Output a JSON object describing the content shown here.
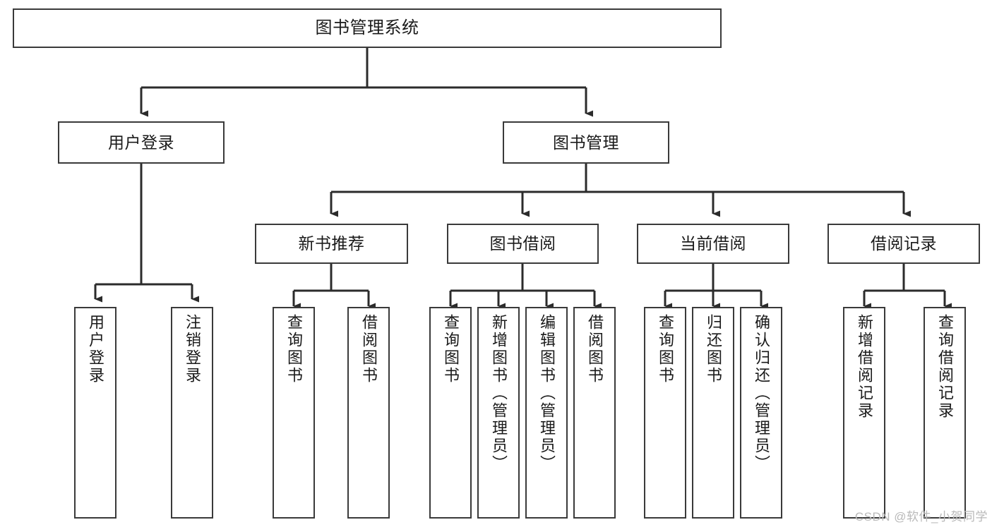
{
  "diagram": {
    "type": "tree",
    "title": "图书管理系统",
    "orientation": "top-down",
    "colors": {
      "box_border": "#3a3a3a",
      "box_fill": "#ffffff",
      "connector": "#2b2b2b",
      "text": "#1a1a1a",
      "watermark": "#b9b9b9",
      "background": "#ffffff"
    }
  },
  "watermark": {
    "text": "CSDN @软件_小贺同学"
  },
  "nodes": {
    "root": {
      "label": "图书管理系统"
    },
    "level2": [
      {
        "id": "user-login",
        "label": "用户登录"
      },
      {
        "id": "book-management",
        "label": "图书管理"
      }
    ],
    "level3": [
      {
        "id": "new-book-recommend",
        "label": "新书推荐"
      },
      {
        "id": "book-borrow",
        "label": "图书借阅"
      },
      {
        "id": "current-borrow",
        "label": "当前借阅"
      },
      {
        "id": "borrow-record",
        "label": "借阅记录"
      }
    ],
    "leaves": {
      "user-login": [
        {
          "id": "leaf-user-login",
          "label": "用户登录"
        },
        {
          "id": "leaf-logout",
          "label": "注销登录"
        }
      ],
      "new-book-recommend": [
        {
          "id": "leaf-query-book-1",
          "label": "查询图书"
        },
        {
          "id": "leaf-borrow-book-1",
          "label": "借阅图书"
        }
      ],
      "book-borrow": [
        {
          "id": "leaf-query-book-2",
          "label": "查询图书"
        },
        {
          "id": "leaf-add-book",
          "label": "新增图书（管理员）"
        },
        {
          "id": "leaf-edit-book",
          "label": "编辑图书（管理员）"
        },
        {
          "id": "leaf-borrow-book-2",
          "label": "借阅图书"
        }
      ],
      "current-borrow": [
        {
          "id": "leaf-query-book-3",
          "label": "查询图书"
        },
        {
          "id": "leaf-return-book",
          "label": "归还图书"
        },
        {
          "id": "leaf-confirm-return",
          "label": "确认归还（管理员）"
        }
      ],
      "borrow-record": [
        {
          "id": "leaf-add-record",
          "label": "新增借阅记录"
        },
        {
          "id": "leaf-query-record",
          "label": "查询借阅记录"
        }
      ]
    }
  }
}
